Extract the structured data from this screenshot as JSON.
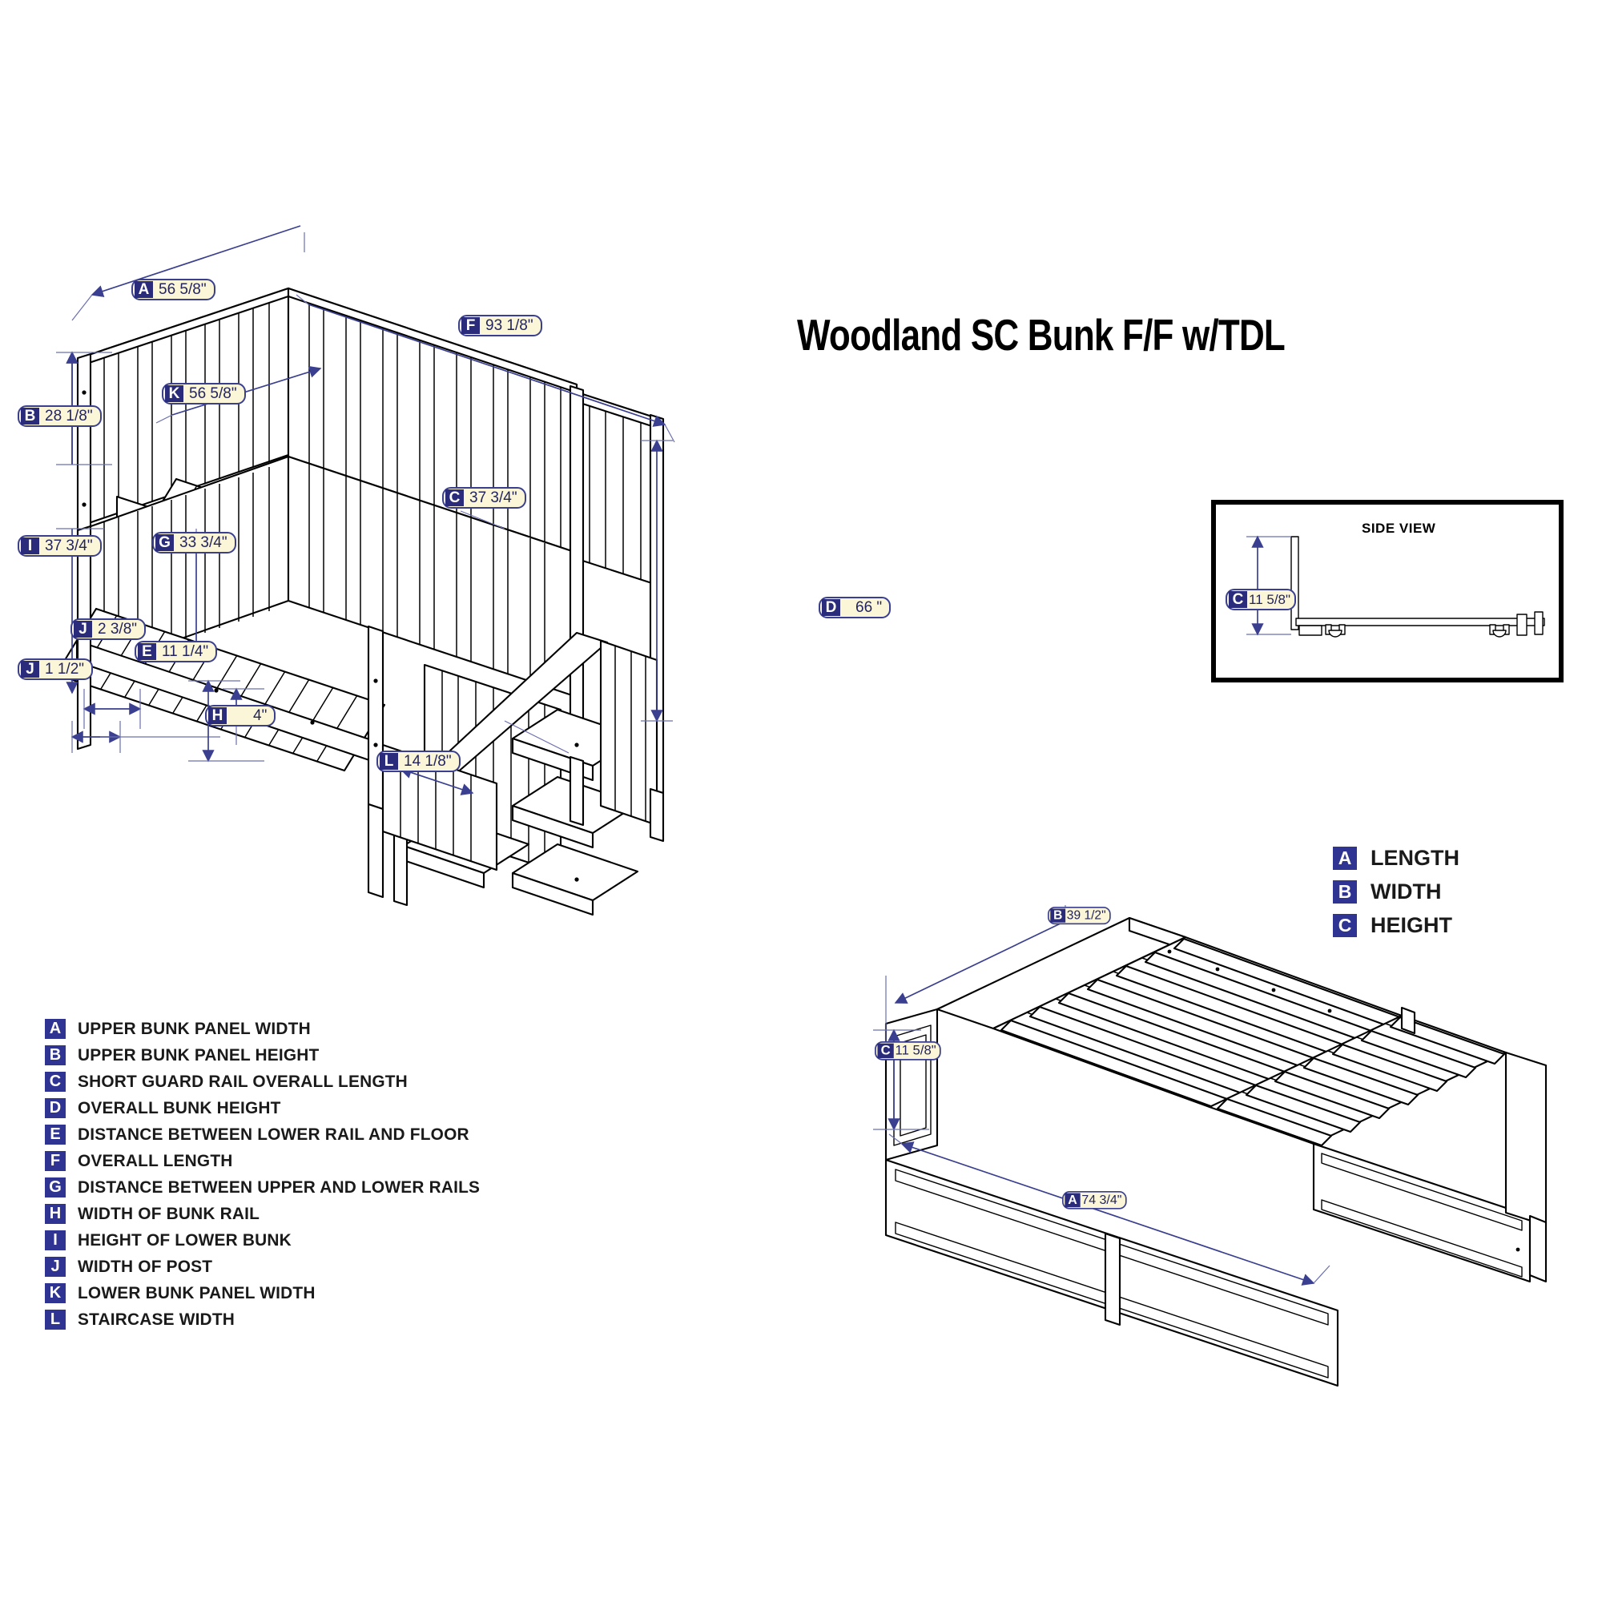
{
  "title": "Woodland SC Bunk F/F w/TDL",
  "side_view": {
    "label": "SIDE VIEW",
    "callout": {
      "letter": "C",
      "value": "11 5/8\""
    }
  },
  "bunk_callouts": [
    {
      "id": "a-upper-panel-width",
      "letter": "A",
      "value": "56 5/8\""
    },
    {
      "id": "b-upper-panel-height",
      "letter": "B",
      "value": "28 1/8\""
    },
    {
      "id": "k-lower-panel-width",
      "letter": "K",
      "value": "56 5/8\""
    },
    {
      "id": "f-overall-length",
      "letter": "F",
      "value": "93 1/8\""
    },
    {
      "id": "c-short-guard-rail",
      "letter": "C",
      "value": "37 3/4\""
    },
    {
      "id": "i-height-lower-bunk",
      "letter": "I",
      "value": "37 3/4\""
    },
    {
      "id": "g-upper-lower-rails",
      "letter": "G",
      "value": "33 3/4\""
    },
    {
      "id": "j-post-width-2-3-8",
      "letter": "J",
      "value": "2 3/8\""
    },
    {
      "id": "j-post-width-1-1-2",
      "letter": "J",
      "value": "1 1/2\""
    },
    {
      "id": "e-lower-rail-floor",
      "letter": "E",
      "value": "11 1/4\""
    },
    {
      "id": "h-bunk-rail-width",
      "letter": "H",
      "value": "4\""
    },
    {
      "id": "d-overall-bunk-height",
      "letter": "D",
      "value": "66 \""
    },
    {
      "id": "l-staircase-width",
      "letter": "L",
      "value": "14 1/8\""
    }
  ],
  "trundle_callouts": [
    {
      "id": "trundle-b-width",
      "letter": "B",
      "value": "39 1/2\""
    },
    {
      "id": "trundle-c-height",
      "letter": "C",
      "value": "11 5/8\""
    },
    {
      "id": "trundle-a-length",
      "letter": "A",
      "value": "74 3/4\""
    }
  ],
  "legend": [
    {
      "letter": "A",
      "label": "UPPER BUNK PANEL WIDTH"
    },
    {
      "letter": "B",
      "label": "UPPER BUNK PANEL HEIGHT"
    },
    {
      "letter": "C",
      "label": "SHORT GUARD RAIL OVERALL LENGTH"
    },
    {
      "letter": "D",
      "label": "OVERALL BUNK HEIGHT"
    },
    {
      "letter": "E",
      "label": "DISTANCE BETWEEN LOWER RAIL AND FLOOR"
    },
    {
      "letter": "F",
      "label": "OVERALL LENGTH"
    },
    {
      "letter": "G",
      "label": "DISTANCE BETWEEN UPPER AND LOWER RAILS"
    },
    {
      "letter": "H",
      "label": "WIDTH OF BUNK RAIL"
    },
    {
      "letter": "I",
      "label": "HEIGHT OF LOWER BUNK"
    },
    {
      "letter": "J",
      "label": "WIDTH OF POST"
    },
    {
      "letter": "K",
      "label": "LOWER BUNK PANEL WIDTH"
    },
    {
      "letter": "L",
      "label": "STAIRCASE WIDTH"
    }
  ],
  "dimension_key": [
    {
      "letter": "A",
      "label": "LENGTH"
    },
    {
      "letter": "B",
      "label": "WIDTH"
    },
    {
      "letter": "C",
      "label": "HEIGHT"
    }
  ],
  "colors": {
    "badge_bg": "#fbf6d8",
    "badge_border": "#3a3f8f",
    "badge_letter_bg": "#2a2b7a",
    "legend_box_bg": "#2f3392",
    "dimension_line": "#3a3f8f",
    "line_art": "#000000"
  }
}
